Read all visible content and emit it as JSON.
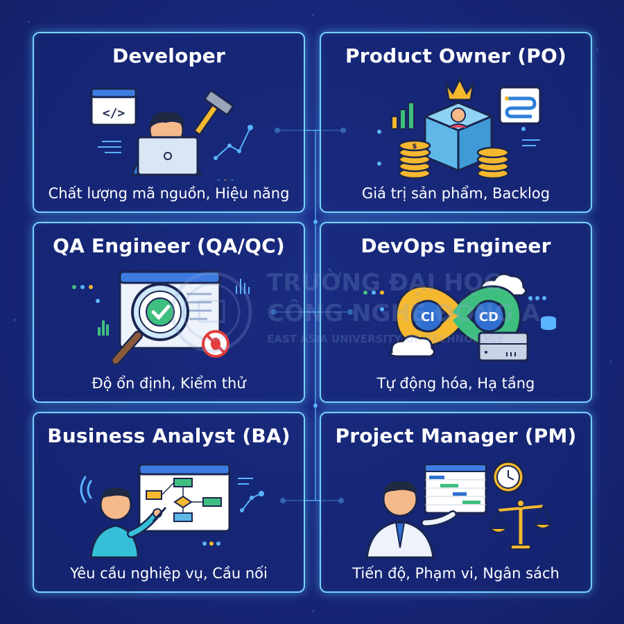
{
  "cards": [
    {
      "title": "Developer",
      "subtitle": "Chất lượng mã nguồn, Hiệu năng",
      "icon": "developer-laptop-icon"
    },
    {
      "title": "Product Owner (PO)",
      "subtitle": "Giá trị sản phẩm, Backlog",
      "icon": "product-crown-box-icon"
    },
    {
      "title": "QA Engineer (QA/QC)",
      "subtitle": "Độ ổn định, Kiểm thử",
      "icon": "magnifier-check-icon"
    },
    {
      "title": "DevOps Engineer",
      "subtitle": "Tự động hóa, Hạ tầng",
      "icon": "ci-cd-infinity-icon"
    },
    {
      "title": "Business Analyst (BA)",
      "subtitle": "Yêu cầu nghiệp vụ, Cầu nối",
      "icon": "analyst-flowchart-icon"
    },
    {
      "title": "Project Manager (PM)",
      "subtitle": "Tiến độ, Phạm vi, Ngân sách",
      "icon": "manager-gantt-scale-icon"
    }
  ],
  "devops_badges": {
    "ci": "CI",
    "cd": "CD"
  },
  "watermark": {
    "line1": "TRƯỜNG ĐẠI HỌC",
    "line2": "CÔNG NGHỆ ĐÔNG Á",
    "line3": "EAST ASIA UNIVERSITY OF TECHNOLOGY"
  },
  "colors": {
    "background": "#18267a",
    "card_border": "#78d2ff",
    "connector": "#5ab4ff",
    "accent_yellow": "#f5b82e",
    "accent_green": "#3fbf7f"
  }
}
